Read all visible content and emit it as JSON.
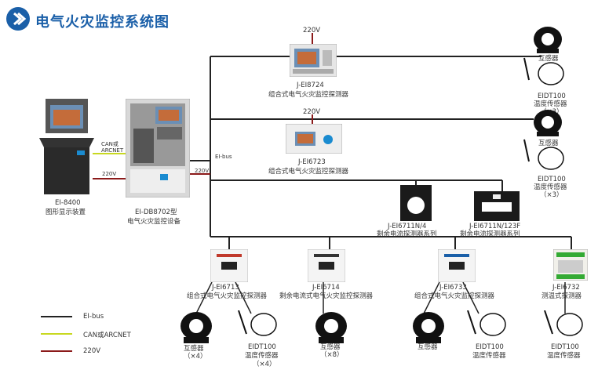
{
  "title": "电气火灾监控系统图",
  "legend": {
    "eibus": "EI-bus",
    "can": "CAN或ARCNET",
    "power": "220V"
  },
  "wire_labels": {
    "eibus": "EI-bus",
    "can_arcnet": "CAN或\nARCNET",
    "v220_left": "220V",
    "v220_center": "220V",
    "v220_top1": "220V",
    "v220_top2": "220V"
  },
  "devices": {
    "ei8400": {
      "model": "EI-8400",
      "name": "图形显示装置"
    },
    "db8702": {
      "model": "EI-DB8702型",
      "name": "电气火灾监控设备"
    },
    "ei8724": {
      "model": "J-EI8724",
      "name": "组合式电气火灾监控探测器"
    },
    "ei6723": {
      "model": "J-EI6723",
      "name": "组合式电气火灾监控探测器"
    },
    "ei6711n4": {
      "model": "J-EI6711N/4",
      "name": "剩余电流探测器系列"
    },
    "ei6711n123f": {
      "model": "J-EI6711N/123F",
      "name": "剩余电流探测器系列"
    },
    "ei6713": {
      "model": "J-EI6713",
      "name": "组合式电气火灾监控探测器"
    },
    "ei6714": {
      "model": "J-EI6714",
      "name": "剩余电流式电气火灾监控探测器"
    },
    "ei6733": {
      "model": "J-EI6733",
      "name": "组合式电气火灾监控探测器"
    },
    "ei6732": {
      "model": "J-EI6732",
      "name": "测温式探测器"
    }
  },
  "sensors": {
    "ct_top1": {
      "name": "互感器"
    },
    "temp_top1": {
      "model": "EIDT100",
      "name": "温度传感器",
      "qty": "（×3）"
    },
    "ct_top2": {
      "name": "互感器"
    },
    "temp_top2": {
      "model": "EIDT100",
      "name": "温度传感器",
      "qty": "（×3）"
    },
    "ct_b1": {
      "name": "互感器",
      "qty": "（×4）"
    },
    "temp_b1": {
      "model": "EIDT100",
      "name": "温度传感器",
      "qty": "（×4）"
    },
    "ct_b2": {
      "name": "互感器",
      "qty": "（×8）"
    },
    "ct_b3": {
      "name": "互感器"
    },
    "temp_b3": {
      "model": "EIDT100",
      "name": "温度传感器"
    },
    "temp_b4": {
      "model": "EIDT100",
      "name": "温度传感器"
    }
  },
  "colors": {
    "eibus": "#222222",
    "can": "#c8d820",
    "power": "#8b1a1a",
    "accent": "#1a5fa8"
  }
}
